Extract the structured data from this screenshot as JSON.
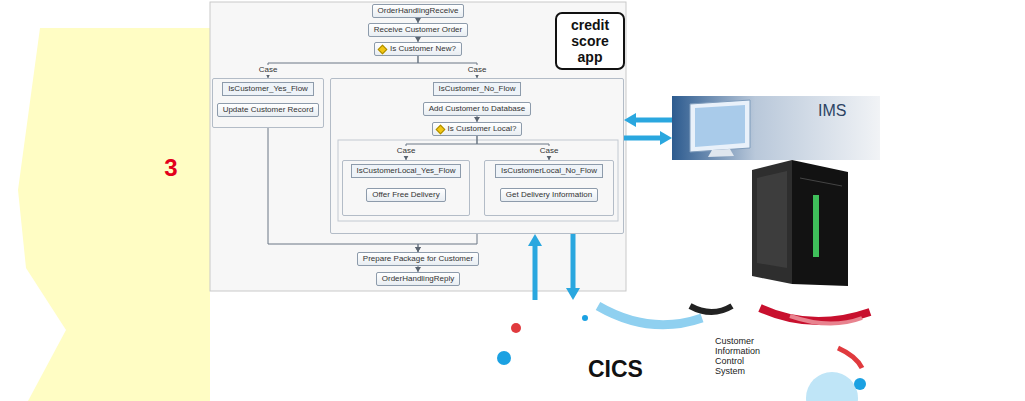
{
  "diagram": {
    "nodes": [
      {
        "text": [
          "credit score app"
        ]
      },
      {
        "text": [
          "OrderHandlingReceive"
        ]
      },
      {
        "text": [
          "Receive Customer Order"
        ]
      },
      {
        "text": [
          "Is Customer New?"
        ]
      },
      {
        "text": [
          "IsCustomer_Yes_Flow"
        ]
      },
      {
        "text": [
          "Update Customer Record"
        ],
        "in": 4
      },
      {
        "text": [
          "IsCustomer_No_Flow"
        ]
      },
      {
        "text": [
          "Add Customer to Database"
        ],
        "in": 6
      },
      {
        "text": [
          "Is Customer Local?"
        ],
        "in": 6
      },
      {
        "text": [
          "IsCustomerLocal_Yes_Flow"
        ],
        "in": 6
      },
      {
        "text": [
          "Offer Free Delivery"
        ],
        "in": 9
      },
      {
        "text": [
          "IsCustomerLocal_No_Flow"
        ],
        "in": 6
      },
      {
        "text": [
          "Get Delivery Information"
        ],
        "in": 11
      },
      {
        "text": [
          "Prepare Package for Customer"
        ]
      },
      {
        "text": [
          "OrderHandlingReply"
        ]
      },
      {
        "text": [
          "IMS"
        ]
      },
      {
        "text": [
          "CICS",
          "Customer Information Control System"
        ]
      }
    ],
    "edges": [
      {
        "from": 1,
        "to": 2,
        "arrow": "to"
      },
      {
        "from": 2,
        "to": 3,
        "arrow": "to"
      },
      {
        "from": 3,
        "to": 4,
        "arrow": "to"
      },
      {
        "from": 3,
        "to": 6,
        "arrow": "to"
      },
      {
        "from": 7,
        "to": 8,
        "arrow": "to"
      },
      {
        "from": 8,
        "to": 9,
        "arrow": "to"
      },
      {
        "from": 8,
        "to": 11,
        "arrow": "to"
      },
      {
        "from": 4,
        "to": 13,
        "arrow": "to"
      },
      {
        "from": 6,
        "to": 13,
        "arrow": "to"
      },
      {
        "from": 13,
        "to": 14,
        "arrow": "to"
      },
      {
        "from": 15,
        "to": 6,
        "arrow": "to"
      },
      {
        "from": 6,
        "to": 15,
        "arrow": "to"
      },
      {
        "from": 16,
        "to": 6,
        "arrow": "to"
      },
      {
        "from": 6,
        "to": 16,
        "arrow": "to"
      }
    ],
    "labels": [
      "3",
      "Case",
      "Case",
      "Case",
      "Case"
    ]
  }
}
